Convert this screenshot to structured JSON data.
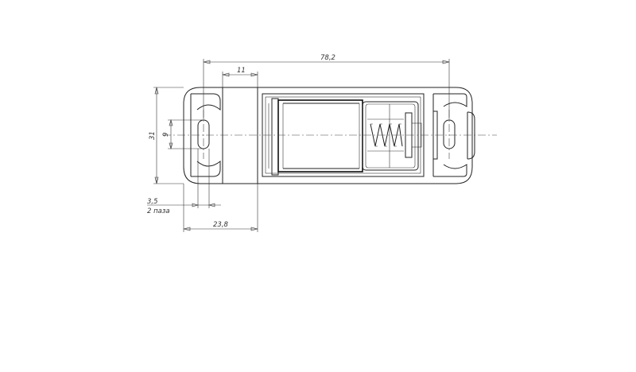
{
  "dimensions": {
    "overall_length": "78,2",
    "flange_width": "11",
    "height": "31",
    "slot_length": "9",
    "slot_width": "3,5",
    "slot_count": "2 паза",
    "slot_center_to_flange": "23,8"
  },
  "colors": {
    "line": "#222222",
    "background": "#ffffff"
  }
}
